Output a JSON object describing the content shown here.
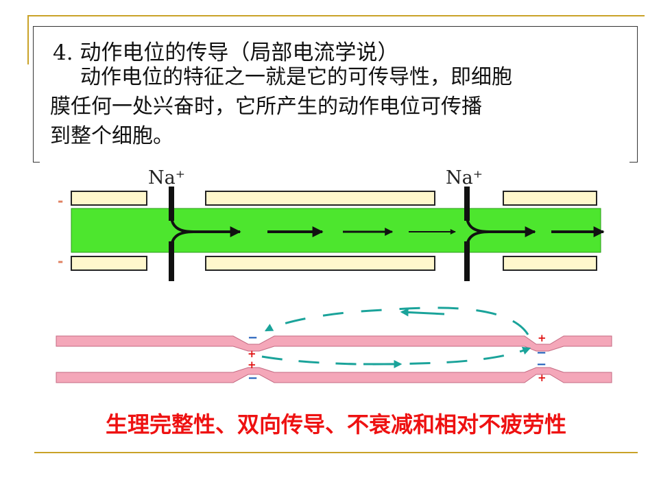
{
  "heading": "4. 动作电位的传导（局部电流学说）",
  "paragraph": {
    "line1": "动作电位的特征之一就是它的可传导性，即细胞",
    "line2": "膜任何一处兴奋时，它所产生的动作电位可传播",
    "line3": "到整个细胞。"
  },
  "diagram_top": {
    "ion_left": "Na⁺",
    "ion_right": "Na⁺",
    "side_minus_top": "-",
    "side_minus_bottom": "-"
  },
  "diagram_bottom": {
    "left_node_signs": [
      "−",
      "+",
      "+",
      "−"
    ],
    "right_node_signs": [
      "+",
      "−",
      "−",
      "+"
    ]
  },
  "caption": "生理完整性、双向传导、不衰减和相对不疲劳性",
  "colors": {
    "accent_line": "#c9a227",
    "axon_green": "#4de62e",
    "myelin_fill": "#fff7cc",
    "membrane_pink": "#f4a7b9",
    "current_arrow": "#1aa39a",
    "caption_red": "#ee1111"
  }
}
